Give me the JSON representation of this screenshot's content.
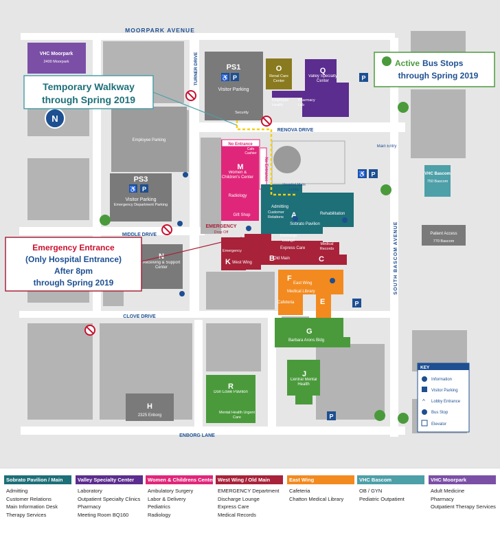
{
  "streets": {
    "moorpark": "MOORPARK AVENUE",
    "turner": "TURNER DRIVE",
    "renova": "RENOVA DRIVE",
    "middle": "MIDDLE DRIVE",
    "clove": "CLOVE DRIVE",
    "enborg": "ENBORG LANE",
    "bascom": "SOUTH BASCOM AVENUE"
  },
  "buildings": {
    "vhc_moorpark": {
      "name": "VHC Moorpark",
      "address": "2400 Moorpark"
    },
    "ps1": {
      "code": "PS1",
      "label": "Visitor Parking",
      "security": "Security"
    },
    "o": {
      "code": "O",
      "name": "Renal Care Center"
    },
    "q": {
      "code": "Q",
      "name": "Valley Specialty Center",
      "employee_health": "Employee Health",
      "pharmacy_lab": "Pharmacy Lab"
    },
    "employee_parking": "Employee Parking",
    "ps3": {
      "code": "PS3",
      "label": "Visitor Parking",
      "ed_parking": "Emergency Department Parking"
    },
    "m": {
      "code": "M",
      "name": "Women & Children's Center",
      "radiology": "Radiology",
      "gift_shop": "Gift Shop",
      "cafe": "Cafe Cashier",
      "no_entrance_top": "No Entrance",
      "no_entrance_side": "No Entrance"
    },
    "a": {
      "code": "A",
      "name": "Sobrato Pavilion",
      "admitting": "Admitting",
      "customer_relations": "Customer Relations",
      "rehabilitation": "Rehabilitation",
      "main_lobby": "Hospital Main Lobby"
    },
    "main_entry": "Main Entry",
    "vhc_bascom": {
      "name": "VHC Bascom",
      "address": "750 Bascom"
    },
    "patient_access": {
      "name": "Patient Access",
      "address": "770 Bascom"
    },
    "n": {
      "code": "N",
      "name": "Receiving & Support Center"
    },
    "emergency": {
      "label": "EMERGENCY",
      "dropoff": "Drop Off",
      "emergency_small": "Emergency"
    },
    "k": {
      "code": "K",
      "name": "West Wing"
    },
    "b": {
      "code": "B",
      "name": "Old Main",
      "discharge": "Discharge Lounge",
      "express": "Express Care"
    },
    "c": {
      "code": "C",
      "name": "Medical Records"
    },
    "f": {
      "code": "F",
      "name": "East Wing",
      "medical_library": "Medical Library",
      "cafeteria": "Cafeteria"
    },
    "e": {
      "code": "E"
    },
    "g": {
      "code": "G",
      "name": "Barbara Arons Bldg"
    },
    "j": {
      "code": "J",
      "name": "Central Mental Health"
    },
    "r": {
      "code": "R",
      "name": "Don Lowe Pavilion",
      "urgent": "Mental Health Urgent Care"
    },
    "h": {
      "code": "H",
      "address": "2325 Enborg"
    }
  },
  "callouts": {
    "walkway": [
      "Temporary Walkway",
      "through Spring 2019"
    ],
    "bus": {
      "active": "Active",
      "rest": "Bus Stops",
      "line2": "through Spring 2019"
    },
    "emergency": [
      "Emergency Entrance",
      "(Only Hospital Entrance)",
      "After 8pm",
      "through Spring 2019"
    ]
  },
  "compass": "N",
  "key": {
    "title": "KEY",
    "items": [
      "Information",
      "Visitor Parking",
      "Lobby Entrance",
      "Bus Stop",
      "Elevator"
    ]
  },
  "colors": {
    "sobrato": "#1d6f78",
    "valley": "#5b2d8e",
    "women": "#e0267a",
    "westwing": "#a8223a",
    "eastwing": "#f28a1f",
    "bascom": "#4d9fa8",
    "moorpark": "#7b4fa6",
    "green": "#4a9a3c",
    "olive": "#8a7a1f",
    "navy": "#1d4f91"
  },
  "legend": [
    {
      "title": "Sobrato Pavilion / Main",
      "items": [
        "Admitting",
        "Customer Relations",
        "Main Information Desk",
        "Therapy Services"
      ]
    },
    {
      "title": "Valley Specialty Center",
      "items": [
        "Laboratory",
        "Outpatient Specialty Clinics",
        "Pharmacy",
        "Meeting Room BQ160"
      ]
    },
    {
      "title": "Women & Childrens Center",
      "items": [
        "Ambulatory Surgery",
        "Labor & Delivery",
        "Pediatrics",
        "Radiology"
      ]
    },
    {
      "title": "West Wing / Old Main",
      "items": [
        "EMERGENCY Department",
        "Discharge Lounge",
        "Express Care",
        "Medical Records"
      ]
    },
    {
      "title": "East Wing",
      "items": [
        "Cafeteria",
        "Chatton Medical Library"
      ]
    },
    {
      "title": "VHC Bascom",
      "items": [
        "OB / GYN",
        "Pediatric Outpatient"
      ]
    },
    {
      "title": "VHC Moorpark",
      "items": [
        "Adult Medicine",
        "Pharmacy",
        "Outpatient Therapy Services"
      ]
    }
  ]
}
